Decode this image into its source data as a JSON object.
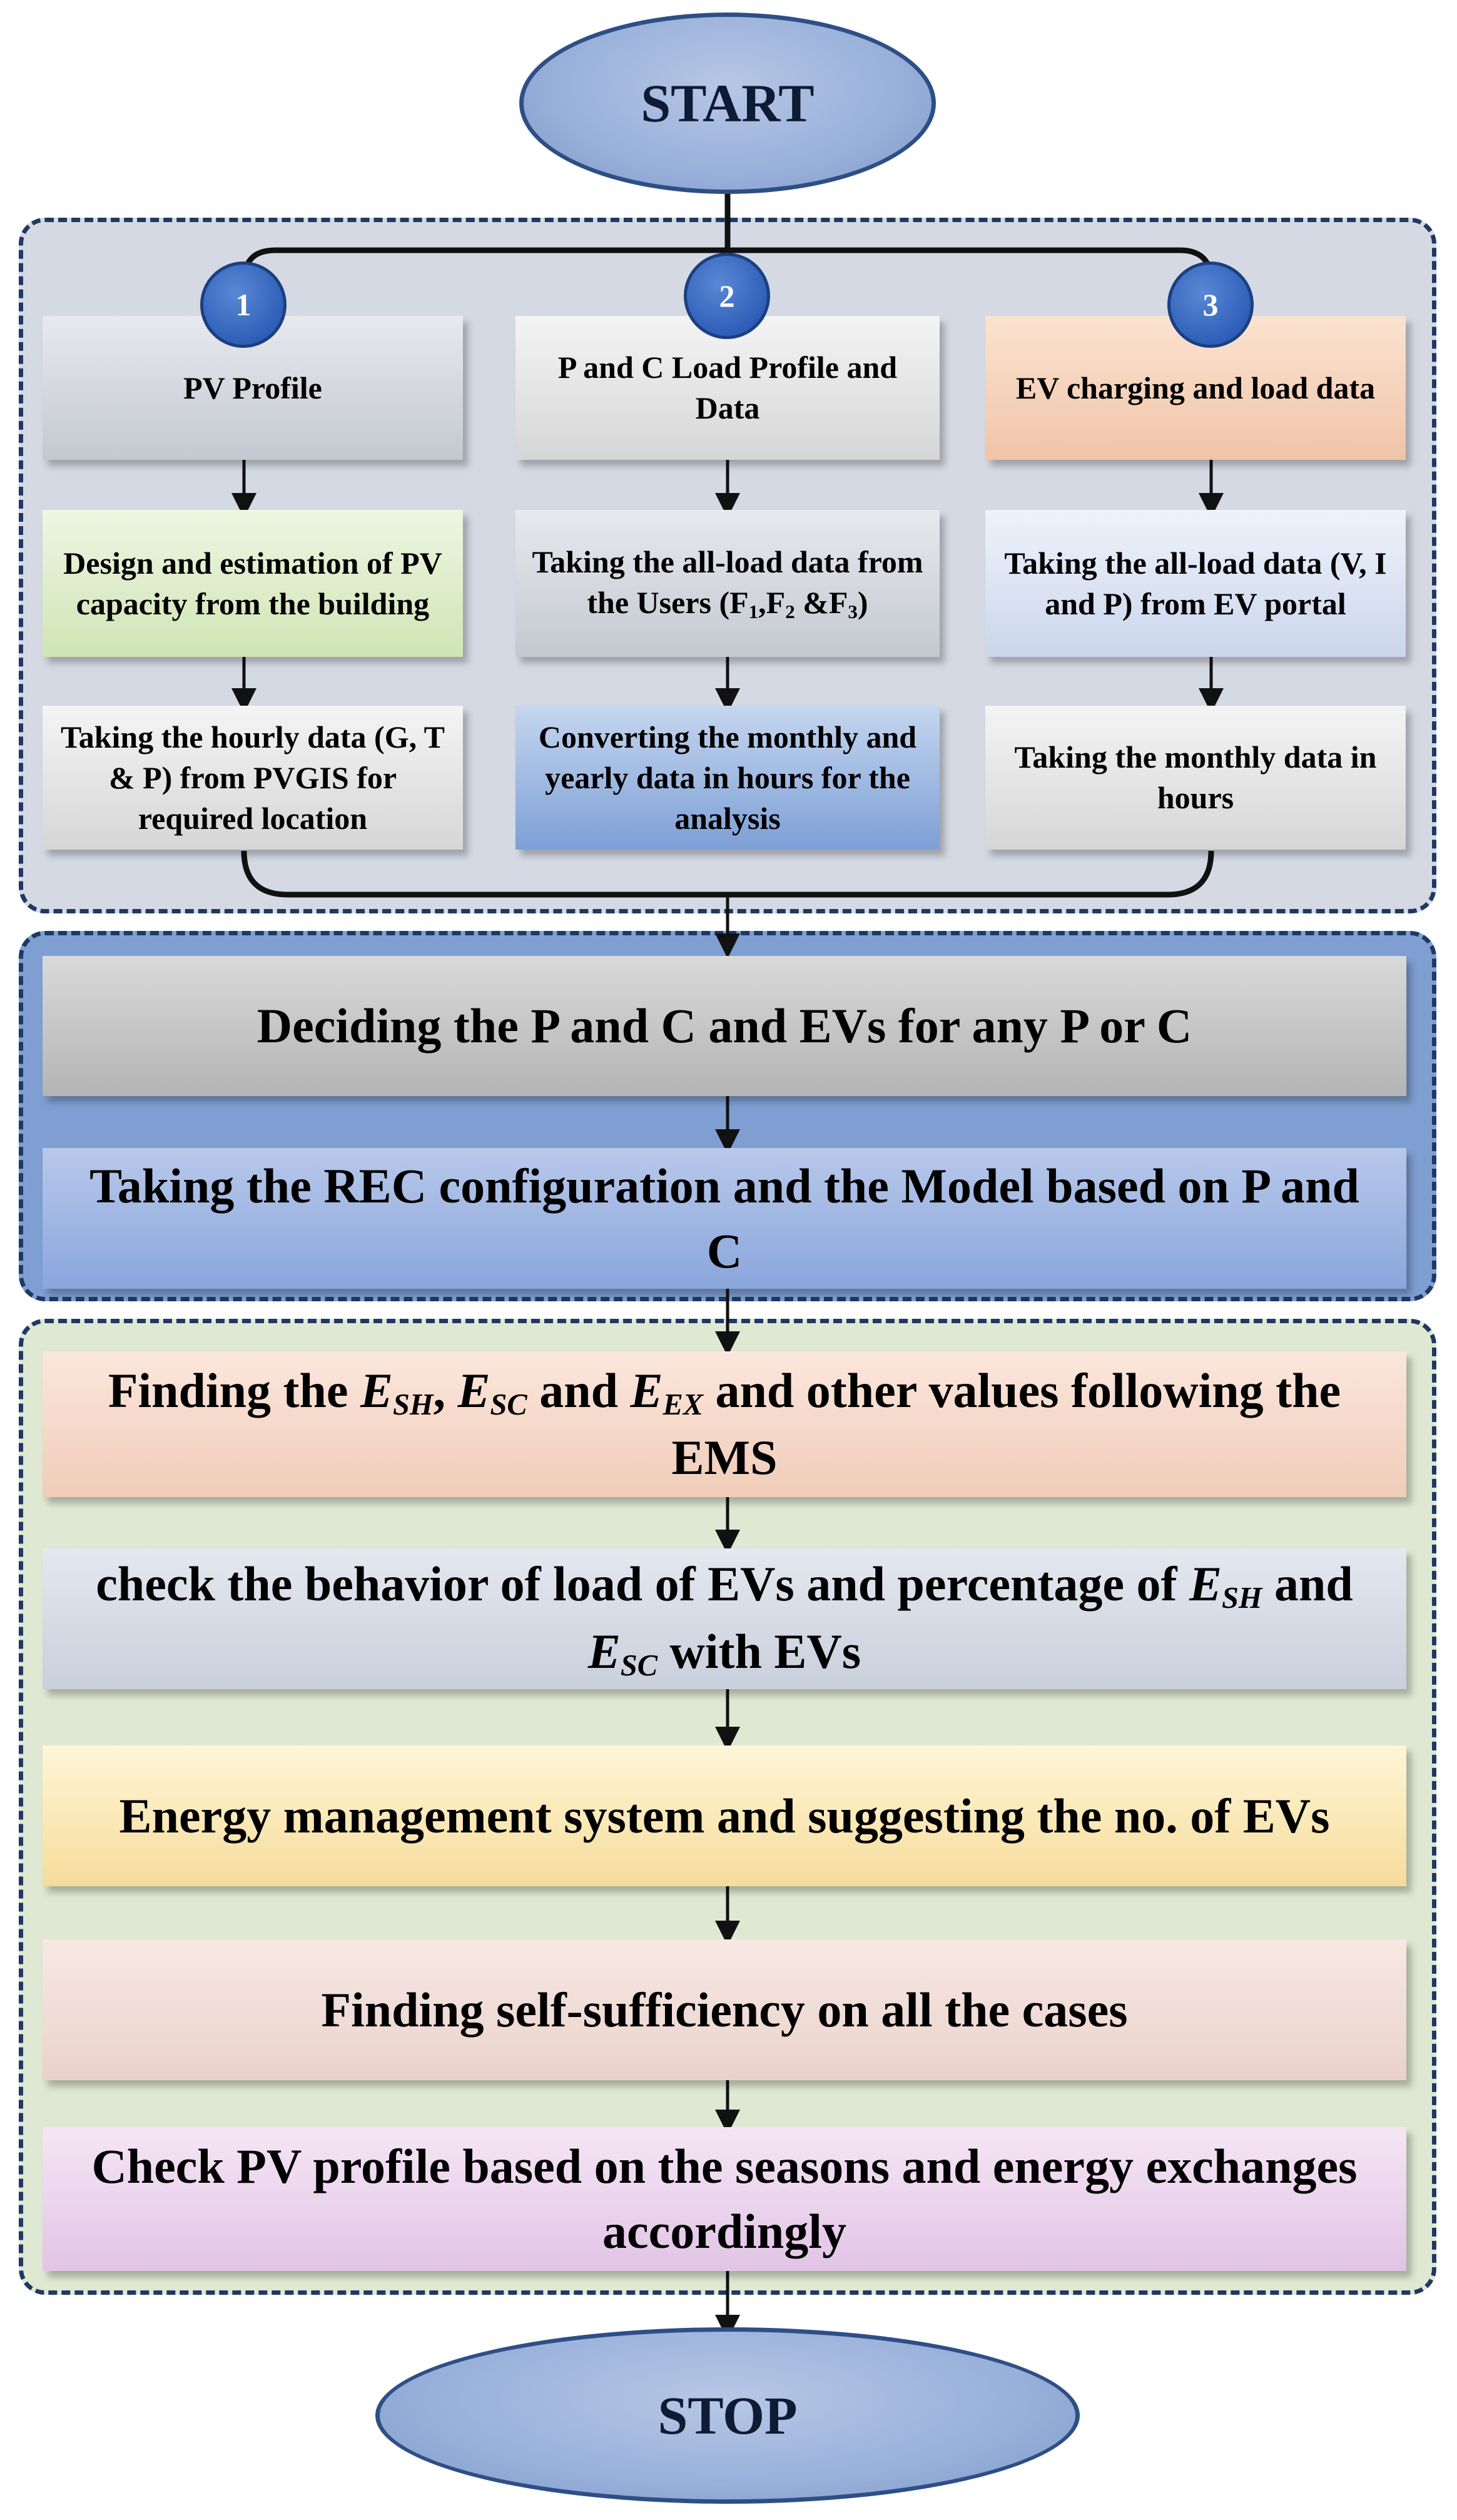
{
  "start_label": "START",
  "stop_label": "STOP",
  "columns": [
    {
      "number": "1",
      "header": "PV Profile",
      "step2": "Design and estimation of PV capacity from the building",
      "step3": "Taking the hourly data (G, T & P) from PVGIS for required location"
    },
    {
      "number": "2",
      "header": "P and C Load Profile and Data",
      "step2_part1": "Taking the all-load data from the Users (F",
      "step2_sub1": "1",
      "step2_part2": ",F",
      "step2_sub2": "2",
      "step2_part3": " &F",
      "step2_sub3": "3",
      "step2_part4": ")",
      "step3": "Converting the monthly and yearly data in hours for the analysis"
    },
    {
      "number": "3",
      "header": "EV charging and load data",
      "step2": "Taking the all-load data (V, I and P) from EV portal",
      "step3": "Taking the monthly data in hours"
    }
  ],
  "middle": [
    {
      "text": "Deciding the P and C and EVs for any P or C"
    },
    {
      "text": "Taking the REC configuration and the Model based on P and C"
    }
  ],
  "lower": {
    "step1": {
      "t1": "Finding the ",
      "v1": "E",
      "s1": "SH",
      "t2": ", ",
      "v2": "E",
      "s2": "SC",
      "t3": " and ",
      "v3": "E",
      "s3": "EX",
      "t4": " and other values following the EMS"
    },
    "step2": {
      "t1": "check the behavior of  load of EVs and percentage of ",
      "v1": "E",
      "s1": "SH",
      "t2": " and ",
      "v2": "E",
      "s2": "SC",
      "t3": " with EVs"
    },
    "step3": "Energy management system and suggesting the no. of EVs",
    "step4": "Finding self-sufficiency on all the cases",
    "step5": "Check PV profile based on the seasons and energy exchanges accordingly"
  }
}
